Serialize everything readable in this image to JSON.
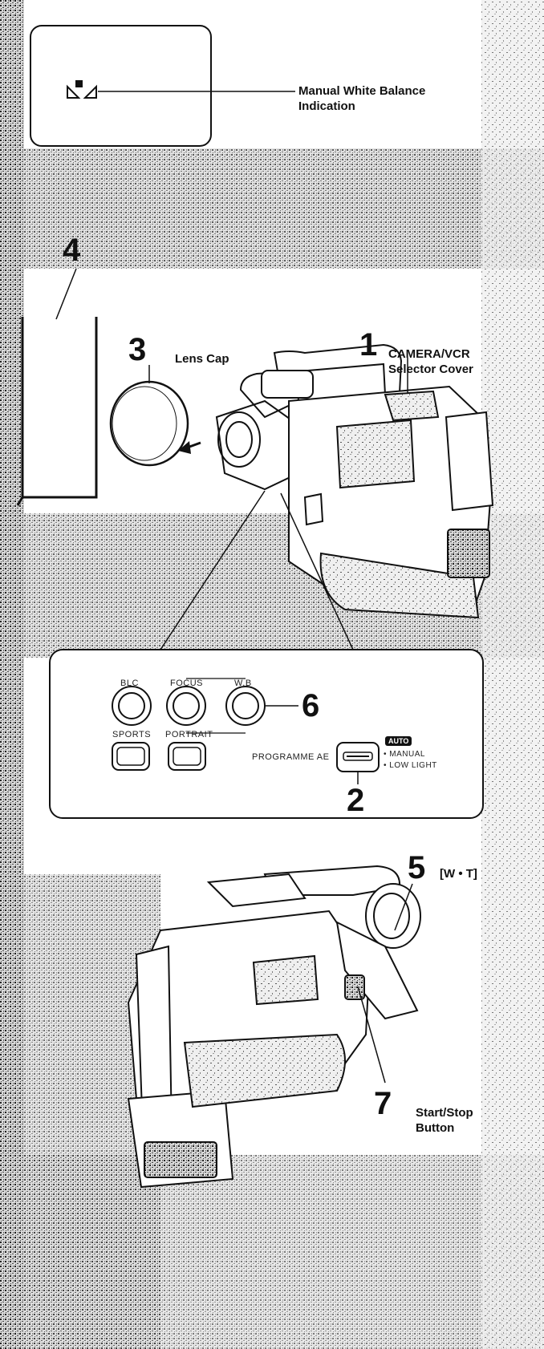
{
  "display": {
    "wb_indicator_label": "Manual White Balance\nIndication"
  },
  "callouts": {
    "c1_number": "1",
    "c1_label": "CAMERA/VCR\nSelector Cover",
    "c3_number": "3",
    "c3_label": "Lens Cap",
    "c4_number": "4",
    "c5_number": "5",
    "c5_label": "[W • T]",
    "c6_number": "6",
    "c2_number": "2",
    "c7_number": "7",
    "c7_label": "Start/Stop\nButton"
  },
  "panel": {
    "blc": "BLC",
    "focus": "FOCUS",
    "wb": "W.B",
    "sports": "SPORTS",
    "portrait": "PORTRAIT",
    "programme_ae": "PROGRAMME AE",
    "auto": "AUTO",
    "manual": "• MANUAL",
    "low_light": "• LOW LIGHT"
  },
  "colors": {
    "ink": "#111111",
    "paper": "#ffffff"
  }
}
